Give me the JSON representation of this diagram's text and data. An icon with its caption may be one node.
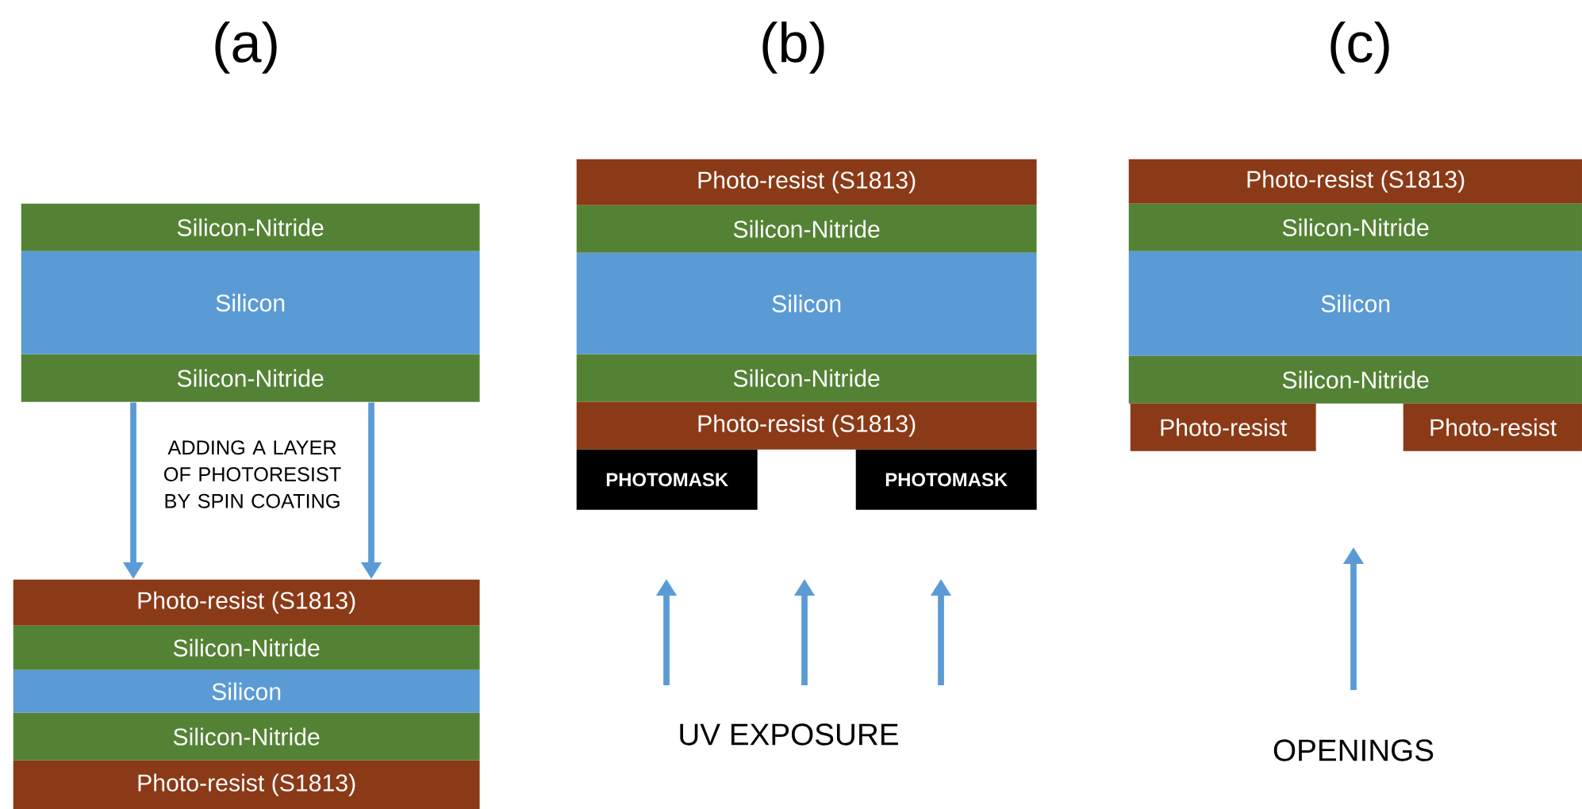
{
  "diagram": {
    "nodes": [
      {
        "text": [
          "Silicon-Nitride"
        ]
      },
      {
        "text": [
          "Silicon"
        ]
      },
      {
        "text": [
          "Silicon-Nitride"
        ]
      },
      {
        "text": [
          "Photo-resist (S1813)"
        ]
      },
      {
        "text": [
          "Silicon-Nitride"
        ]
      },
      {
        "text": [
          "Silicon"
        ]
      },
      {
        "text": [
          "Silicon-Nitride"
        ]
      },
      {
        "text": [
          "Photo-resist (S1813)"
        ]
      },
      {
        "text": [
          "Photo-resist (S1813)"
        ]
      },
      {
        "text": [
          "Silicon-Nitride"
        ]
      },
      {
        "text": [
          "Silicon"
        ]
      },
      {
        "text": [
          "Silicon-Nitride"
        ]
      },
      {
        "text": [
          "Photo-resist (S1813)"
        ]
      },
      {
        "text": [
          "PHOTOMASK"
        ]
      },
      {
        "text": [
          "PHOTOMASK"
        ]
      },
      {
        "text": [
          "Photo-resist (S1813)"
        ]
      },
      {
        "text": [
          "Silicon-Nitride"
        ]
      },
      {
        "text": [
          "Silicon"
        ]
      },
      {
        "text": [
          "Silicon-Nitride"
        ]
      },
      {
        "text": [
          "Photo-resist"
        ]
      },
      {
        "text": [
          "Photo-resist"
        ]
      }
    ],
    "edges": [
      {
        "from": 2,
        "to": 3,
        "arrow": "to"
      },
      {
        "from": 2,
        "to": 3,
        "arrow": "to"
      }
    ],
    "labels": [
      "(a)",
      "(b)",
      "(c)",
      "ADDING A LAYER OF PHOTORESIST BY SPIN COATING",
      "UV EXPOSURE",
      "OPENINGS"
    ]
  }
}
